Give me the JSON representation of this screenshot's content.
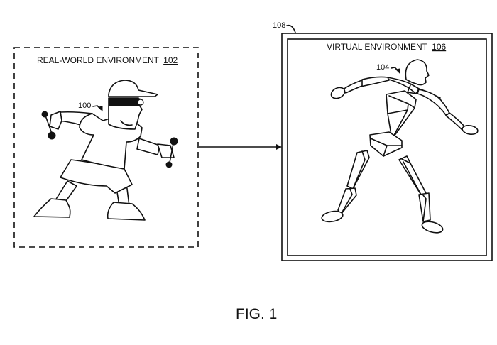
{
  "figure": {
    "caption": "FIG. 1"
  },
  "real_world": {
    "title": "REAL-WORLD ENVIRONMENT",
    "ref_number": "102",
    "user_ref": "100"
  },
  "virtual": {
    "title": "VIRTUAL ENVIRONMENT",
    "ref_number": "106",
    "avatar_ref": "104",
    "display_ref": "108"
  },
  "colors": {
    "ink": "#111111",
    "background": "#ffffff"
  }
}
